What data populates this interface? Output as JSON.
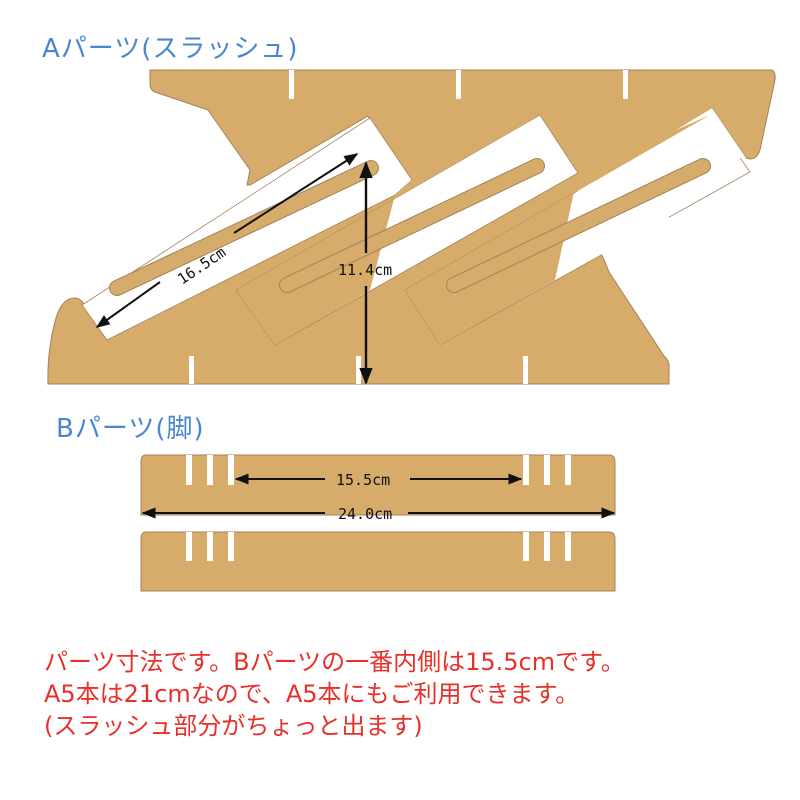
{
  "titles": {
    "part_a": "Aパーツ(スラッシュ)",
    "part_b": "Bパーツ(脚)"
  },
  "dimensions": {
    "a_length": "16.5cm",
    "a_height": "11.4cm",
    "b_inner": "15.5cm",
    "b_total": "24.0cm"
  },
  "note": {
    "lines": [
      "パーツ寸法です。Bパーツの一番内側は15.5cmです。",
      "A5本は21cmなので、A5本にもご利用できます。",
      "(スラッシュ部分がちょっと出ます)"
    ]
  },
  "colors": {
    "material": "#d7ac6a",
    "material_edge": "#a0825a",
    "title": "#4a86d0",
    "note": "#e8302a",
    "arrow": "#111111"
  }
}
